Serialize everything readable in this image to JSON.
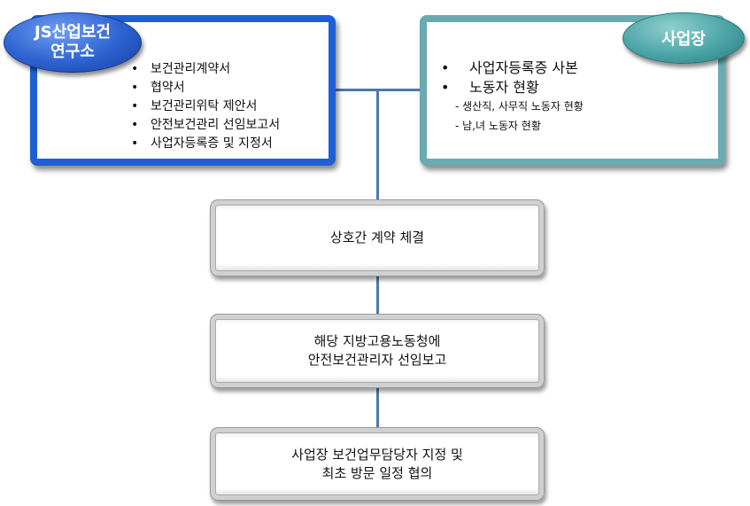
{
  "left_panel": {
    "title_lines": [
      "JS산업보건",
      "연구소"
    ],
    "items": [
      "보건관리계약서",
      "협약서",
      "보건관리위탁 제안서",
      "안전보건관리 선임보고서",
      "사업자등록증 및 지정서"
    ]
  },
  "right_panel": {
    "title": "사업장",
    "items": [
      "사업자등록증 사본",
      "노동자 현황"
    ],
    "sub_items": [
      "- 생산직, 사무직 노동자 현황",
      "- 남,녀 노동자 현황"
    ]
  },
  "steps": [
    {
      "lines": [
        "상호간 계약 체결"
      ]
    },
    {
      "lines": [
        "해당 지방고용노동청에",
        "안전보건관리자 선임보고"
      ]
    },
    {
      "lines": [
        "사업장 보건업무담당자 지정 및",
        "최초 방문 일정 협의"
      ]
    }
  ],
  "colors": {
    "left_border": "#1f5fd6",
    "right_border": "#6aaab1",
    "connector": "#4a79ad"
  }
}
